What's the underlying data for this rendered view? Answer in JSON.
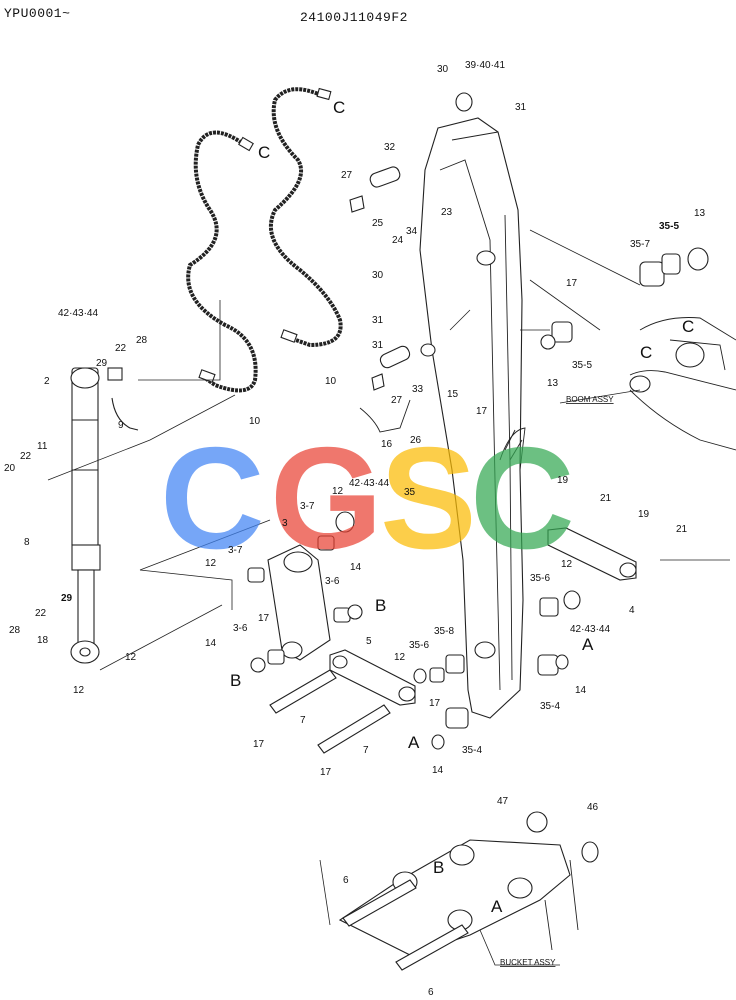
{
  "header": {
    "left": "YPU0001~",
    "center": "24100J11049F2"
  },
  "watermark": {
    "letters": [
      "C",
      "G",
      "S",
      "C"
    ],
    "colors": [
      "#4285F4",
      "#EA4335",
      "#FBBC05",
      "#34A853"
    ]
  },
  "assemblies": {
    "boom": "BOOM ASSY",
    "bucket": "BUCKET ASSY"
  },
  "connectors": {
    "c1": "C",
    "c2": "C",
    "c3": "C",
    "c4": "C",
    "a1": "A",
    "a2": "A",
    "a3": "A",
    "b1": "B",
    "b2": "B",
    "b3": "B"
  },
  "callouts": {
    "p30a": "30",
    "p394041": "39·40·41",
    "p31a": "31",
    "p32": "32",
    "p27a": "27",
    "p25": "25",
    "p24": "24",
    "p34": "34",
    "p23": "23",
    "p13a": "13",
    "p355a": "35-5",
    "p357": "35-7",
    "p17a": "17",
    "p30b": "30",
    "p31b": "31",
    "p31c": "31",
    "p33": "33",
    "p15": "15",
    "p17b": "17",
    "p13b": "13",
    "p355b": "35-5",
    "p27b": "27",
    "p16": "16",
    "p26": "26",
    "p35": "35",
    "p10a": "10",
    "p10b": "10",
    "p424344a": "42·43·44",
    "p28a": "28",
    "p22a": "22",
    "p29a": "29",
    "p2": "2",
    "p9": "9",
    "p11": "11",
    "p22b": "22",
    "p20": "20",
    "p8": "8",
    "p29b": "29",
    "p22c": "22",
    "p28b": "28",
    "p18": "18",
    "p12a": "12",
    "p12b": "12",
    "p424344b": "42·43·44",
    "p37a": "3-7",
    "p12c": "12",
    "p3": "3",
    "p37b": "3-7",
    "p12d": "12",
    "p36a": "3-6",
    "p14a": "14",
    "p17c": "17",
    "p36b": "3-6",
    "p14b": "14",
    "p5": "5",
    "p7a": "7",
    "p7b": "7",
    "p17d": "17",
    "p17e": "17",
    "p12e": "12",
    "p356a": "35-6",
    "p358": "35-8",
    "p17f": "17",
    "p14c": "14",
    "p354a": "35-4",
    "p19a": "19",
    "p21a": "21",
    "p19b": "19",
    "p21b": "21",
    "p356b": "35-6",
    "p12f": "12",
    "p4": "4",
    "p424344c": "42·43·44",
    "p14d": "14",
    "p354b": "35-4",
    "p47": "47",
    "p46": "46",
    "p6a": "6",
    "p6b": "6"
  }
}
